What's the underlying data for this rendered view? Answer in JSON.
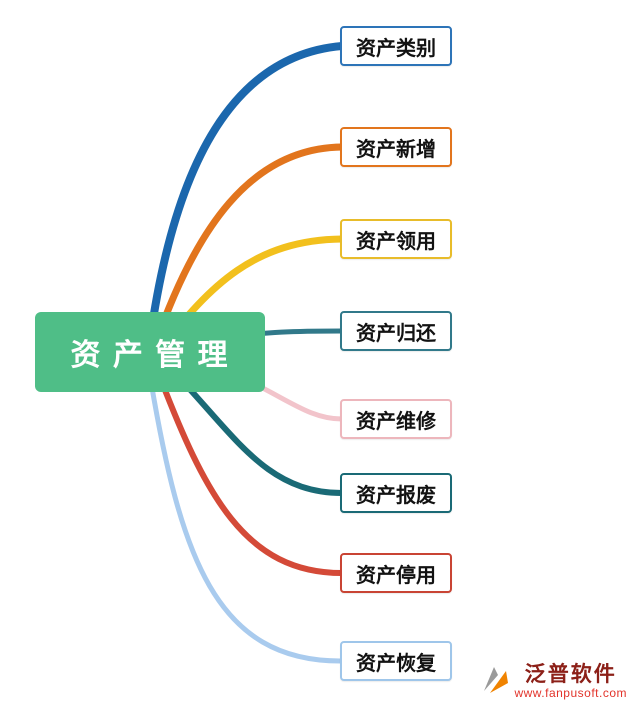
{
  "root": {
    "label": "资 产 管 理",
    "bg": "#4fbe87",
    "border": "#3da674",
    "text_color": "#ffffff"
  },
  "branches": [
    {
      "label": "资产类别",
      "color": "#1b67ad",
      "border": "#2d74b8"
    },
    {
      "label": "资产新增",
      "color": "#e2751d",
      "border": "#e2751d"
    },
    {
      "label": "资产领用",
      "color": "#f2c01d",
      "border": "#e8bc2a"
    },
    {
      "label": "资产归还",
      "color": "#31798a",
      "border": "#31798a"
    },
    {
      "label": "资产维修",
      "color": "#f2c4cb",
      "border": "#edb6bc"
    },
    {
      "label": "资产报废",
      "color": "#1a6a76",
      "border": "#1a6a76"
    },
    {
      "label": "资产停用",
      "color": "#d44a38",
      "border": "#c94434"
    },
    {
      "label": "资产恢复",
      "color": "#a9cbee",
      "border": "#9fc6ea"
    }
  ],
  "watermark": {
    "name": "泛普软件",
    "url": "www.fanpusoft.com",
    "name_color": "#8c2018",
    "url_color": "#e2342b",
    "logo_orange": "#f08300",
    "logo_gray": "#9a9a9a"
  }
}
